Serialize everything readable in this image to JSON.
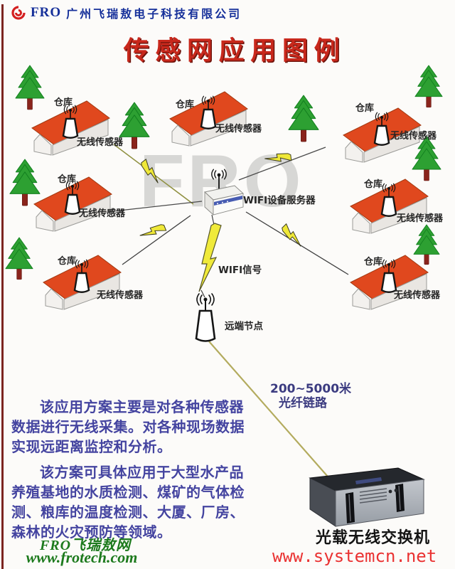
{
  "header": {
    "logo_text": "FRO",
    "company": "广州飞瑞敖电子科技有限公司"
  },
  "title": "传感网应用图例",
  "labels": {
    "warehouse": "仓库",
    "sensor": "无线传感器",
    "wifi_server": "WIFI设备服务器",
    "wifi_signal": "WIFI信号",
    "remote_node": "远端节点",
    "fiber_distance": "200~5000米",
    "fiber_link": "光纤链路",
    "switch_caption": "光载无线交换机"
  },
  "paragraphs": {
    "p1": "该应用方案主要是对各种传感器数据进行无线采集。对各种现场数据实现远距离监控和分析。",
    "p2": "该方案可具体应用于大型水产品养殖基地的水质检测、煤矿的气体检测、粮库的温度检测、大厦、厂房、森林的火灾预防等领域。"
  },
  "watermark": {
    "center": "FRO",
    "site": "www.systemcn.net"
  },
  "footer": {
    "brand": "FRO飞瑞敖网",
    "url": "www.frotech.com"
  },
  "icons": {
    "logo": "fro-swirl-icon",
    "antenna": "antenna-cone-icon",
    "waves": "radio-waves-icon",
    "bolt": "lightning-bolt-icon"
  },
  "colors": {
    "roof": "#e0481e",
    "wall": "#ece9e5",
    "tree": "#2da032",
    "trunk": "#8a241c",
    "lightning": "#efe838",
    "title_red": "#c8281c",
    "header_blue": "#16309a",
    "body_text": "#4444a0",
    "footer_green": "#1d7a1d",
    "watermark_red": "#ea3232",
    "fiber_olive": "#b3ab5e"
  }
}
